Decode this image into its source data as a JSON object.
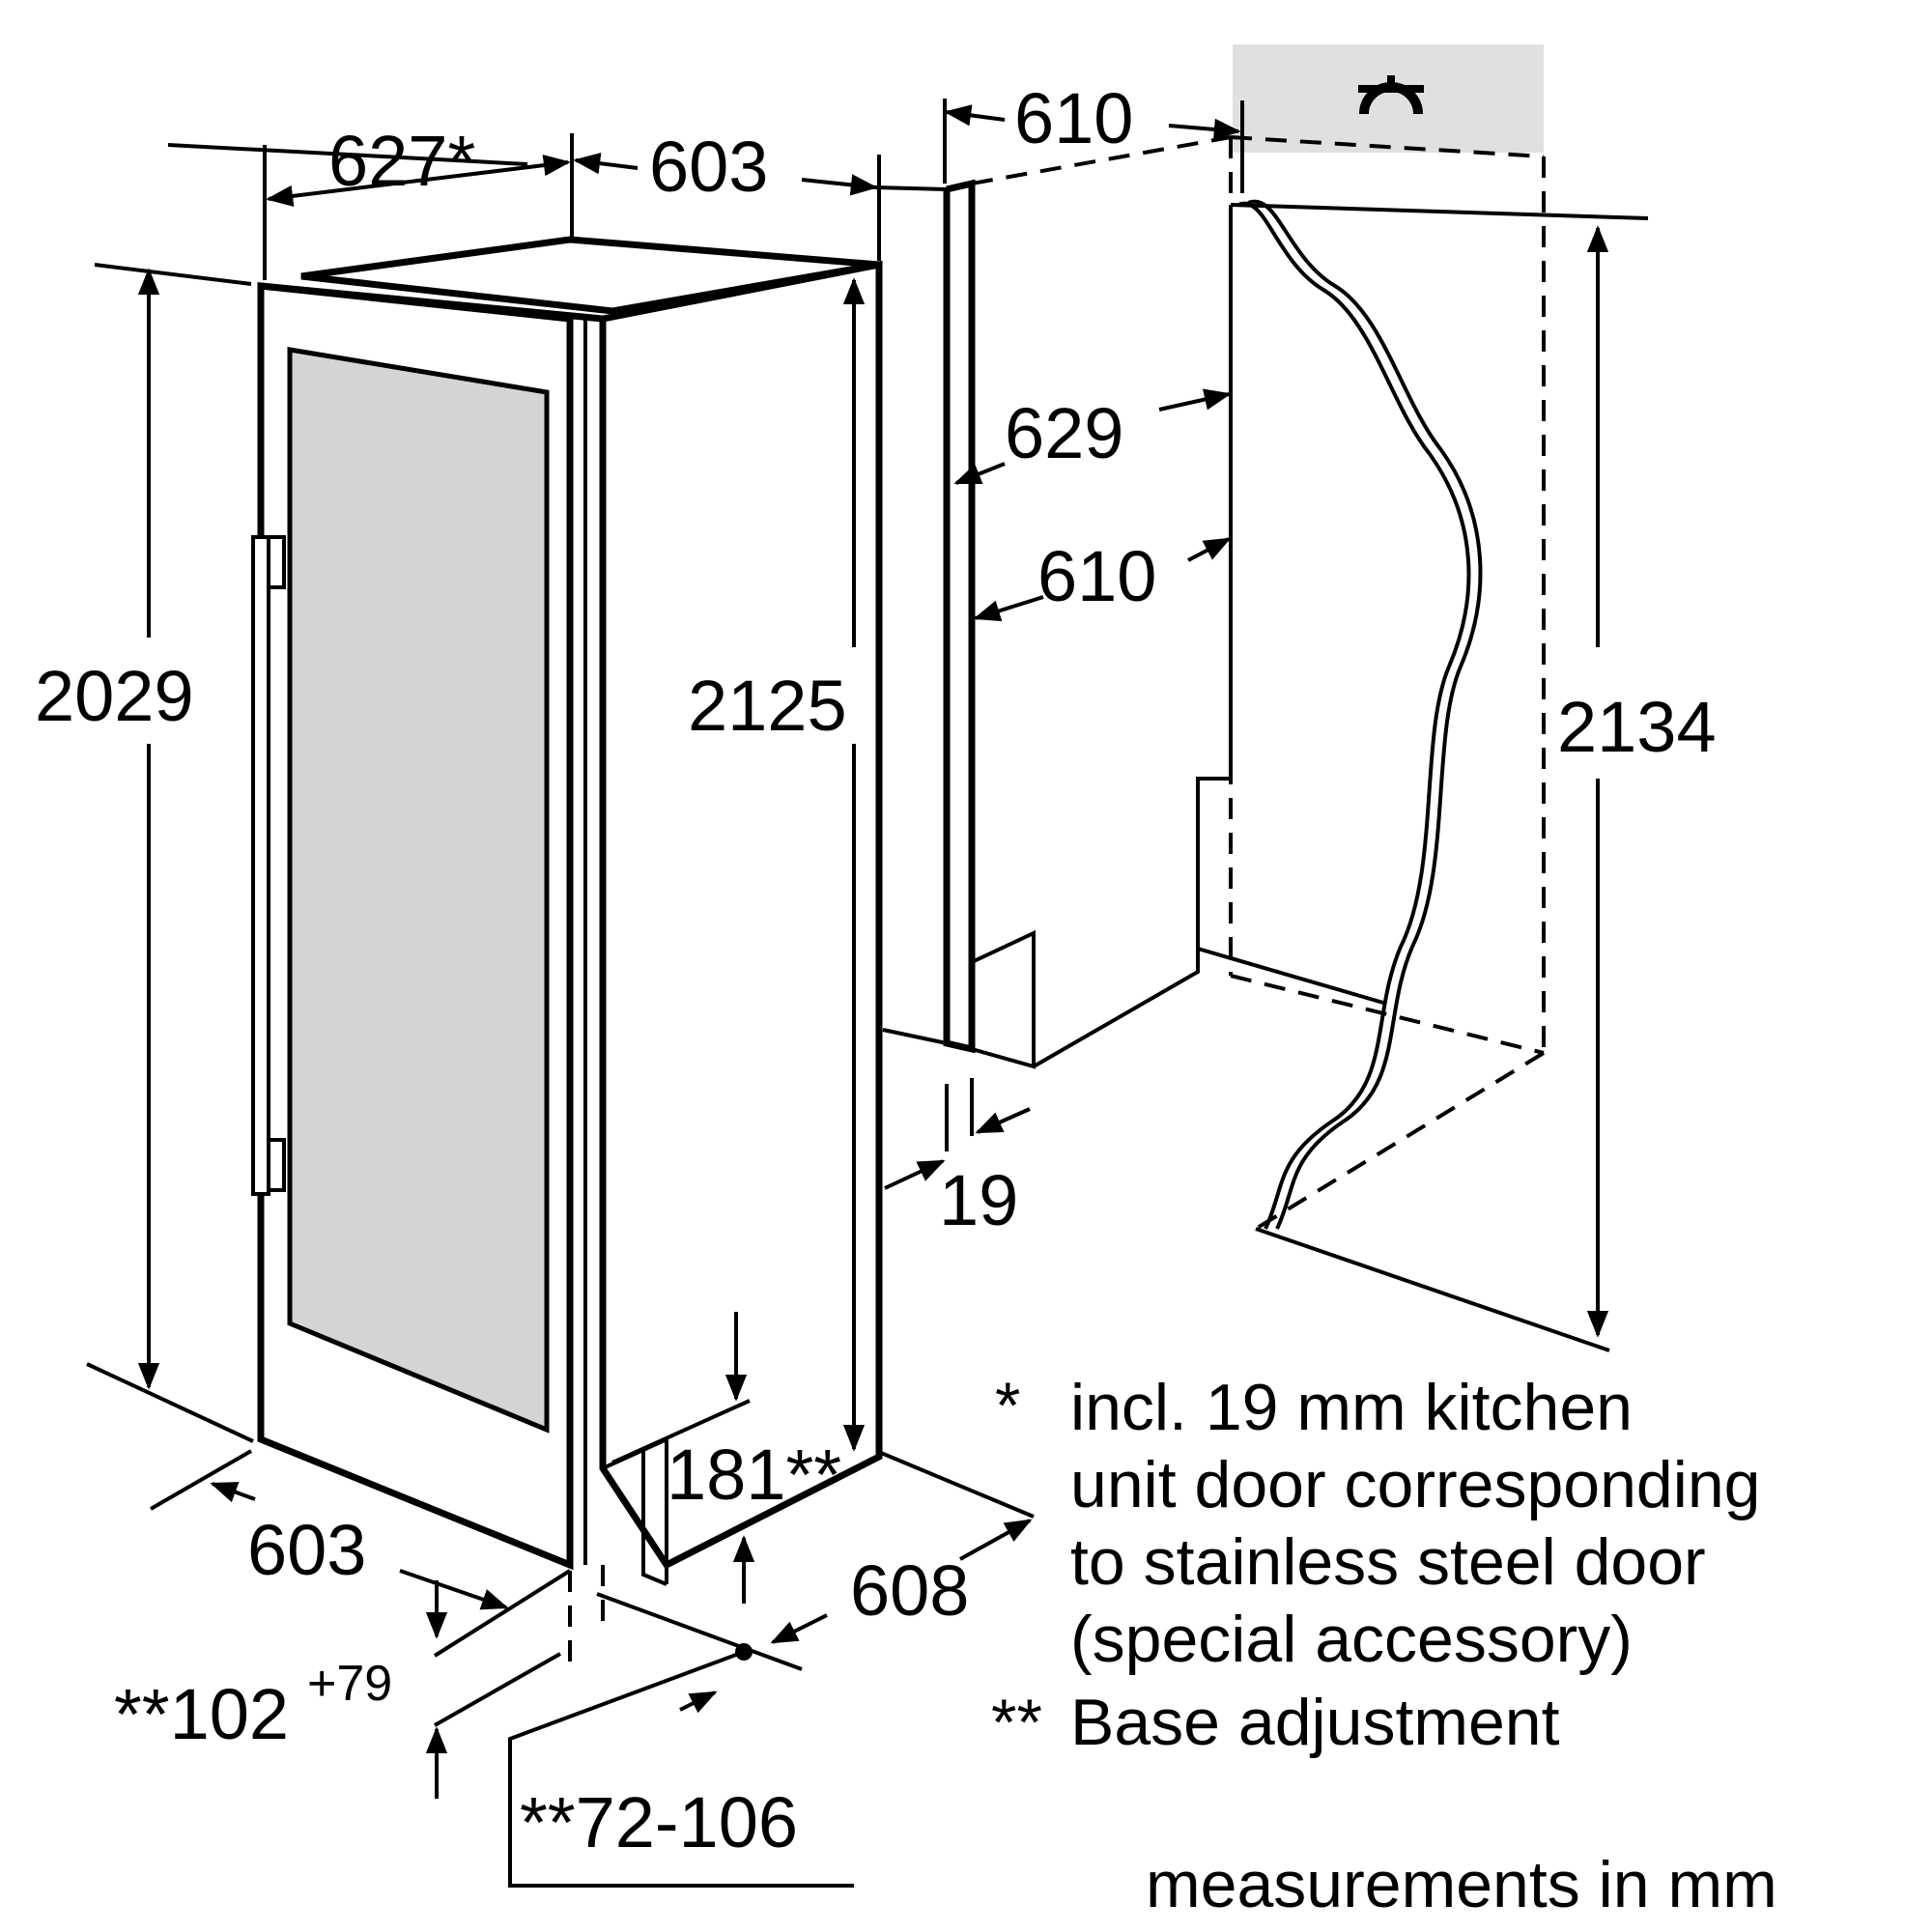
{
  "dimensions": {
    "top_left_width": "627*",
    "top_right_width": "603",
    "niche_width_top": "610",
    "niche_depth_upper": "629",
    "niche_depth_lower": "610",
    "appliance_height_left": "2029",
    "appliance_height_right": "2125",
    "niche_height": "2134",
    "panel_thickness": "19",
    "base_height": "181**",
    "bottom_width": "603",
    "bottom_depth": "608",
    "base_adjust_prefix": "**102",
    "base_adjust_superscript": "+79",
    "plinth_range": "**72-106"
  },
  "legend": {
    "star_mark": "*",
    "star_line1": "incl. 19 mm kitchen",
    "star_line2": "unit door corresponding",
    "star_line3": "to stainless steel door",
    "star_line4": "(special accessory)",
    "double_star_mark": "**",
    "double_star_text": "Base adjustment"
  },
  "footer": {
    "units_note": "measurements in mm"
  },
  "colors": {
    "glass_panel": "#d4d4d4",
    "ceiling_shade": "#e0e0e0",
    "line": "#000000"
  },
  "icons": {
    "ceiling_symbol": "ventilation-icon"
  }
}
